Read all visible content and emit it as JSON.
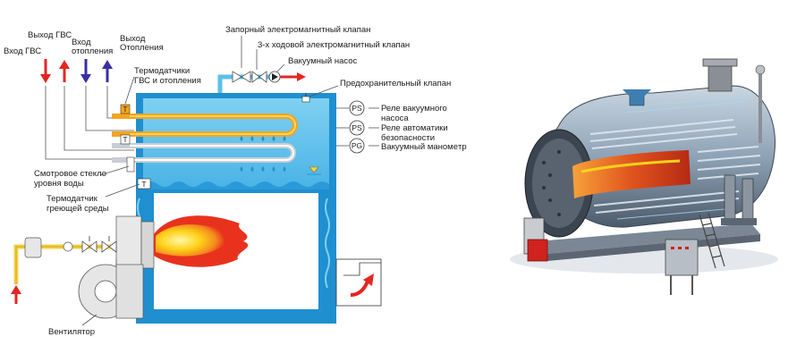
{
  "diagram": {
    "inputs": {
      "dhw_in": "Вход ГВС",
      "dhw_out": "Выход ГВС",
      "heating_in_1": "Вход",
      "heating_in_2": "отопления",
      "heating_out_1": "Выход",
      "heating_out_2": "Отопления"
    },
    "labels": {
      "shutoff_valve": "Запорный электромагнитный клапан",
      "three_way_valve": "3-х ходовой электромагнитный клапан",
      "vacuum_pump": "Вакуумный насос",
      "safety_valve": "Предохранительный клапан",
      "thermo_sensors_1": "Термодатчики",
      "thermo_sensors_2": "ГВС и отопления",
      "vacuum_relay_1": "Реле вакуумного",
      "vacuum_relay_2": "насоса",
      "auto_relay_1": "Реле автоматики",
      "auto_relay_2": "безопасности",
      "vacuum_gauge": "Вакуумный маномeтр",
      "sight_glass_1": "Смотровое стекло",
      "sight_glass_2": "уровня воды",
      "heat_sensor_1": "Термодатчик",
      "heat_sensor_2": "греющей среды",
      "fan": "Вентилятор"
    },
    "badges": {
      "ps1": "PS",
      "ps2": "PS",
      "pg": "PG",
      "t1": "T",
      "t2": "T",
      "t3": "T"
    },
    "colors": {
      "water": "#5bc1ea",
      "wall": "#1f8fd0",
      "pipe_orange": "#f5a41c",
      "pipe_yellow": "#f6d34a",
      "arrow_red": "#e52521",
      "arrow_blue": "#3a2fa6",
      "flame_outer": "#e8321e",
      "flame_inner": "#ffd21a"
    }
  }
}
